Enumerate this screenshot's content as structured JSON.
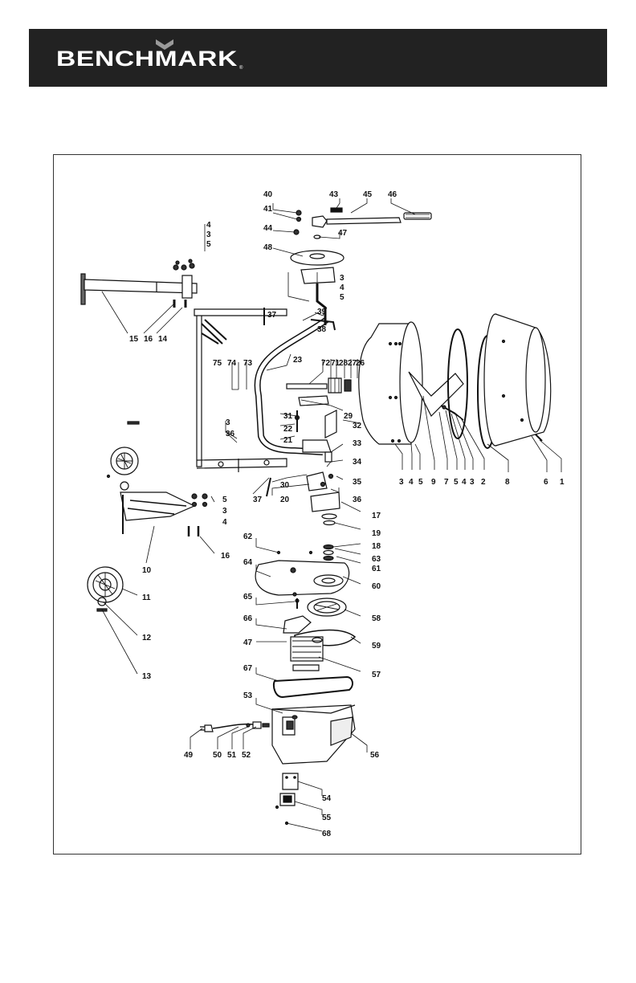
{
  "header": {
    "brand": "BENCHMARK",
    "trademark": "®",
    "background_color": "#222222",
    "text_color": "#ffffff"
  },
  "diagram": {
    "callouts": [
      "40",
      "41",
      "43",
      "45",
      "46",
      "44",
      "47",
      "48",
      "4",
      "3",
      "5",
      "3",
      "4",
      "5",
      "39",
      "37",
      "38",
      "15",
      "16",
      "14",
      "23",
      "75",
      "74",
      "73",
      "72",
      "71",
      "28",
      "27",
      "26",
      "29",
      "31",
      "22",
      "21",
      "32",
      "33",
      "34",
      "3",
      "36",
      "30",
      "35",
      "20",
      "37",
      "36",
      "5",
      "3",
      "4",
      "10",
      "16",
      "17",
      "19",
      "18",
      "11",
      "62",
      "63",
      "61",
      "64",
      "60",
      "12",
      "65",
      "58",
      "13",
      "66",
      "47",
      "59",
      "67",
      "57",
      "53",
      "49",
      "50",
      "51",
      "52",
      "56",
      "54",
      "55",
      "68",
      "3",
      "4",
      "5",
      "9",
      "7",
      "5",
      "4",
      "3",
      "2",
      "8",
      "6",
      "1"
    ],
    "colors": {
      "line": "#111111",
      "fill": "#ffffff"
    }
  }
}
